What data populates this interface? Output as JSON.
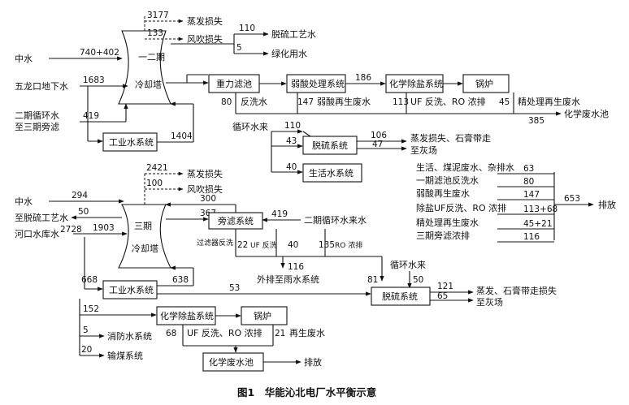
{
  "caption": "图1　华能沁北电厂水平衡示意",
  "top": {
    "tower_label_1": "一二期",
    "tower_label_2": "冷却塔",
    "sources": {
      "zhongshui": "中水",
      "zhongshui_flow": "740+402",
      "wulongkou": "五龙口地下水",
      "wulongkou_flow": "1683",
      "phase2_circ_1": "二期循环水",
      "phase2_circ_2": "至三期旁滤",
      "phase2_circ_flow": "419"
    },
    "losses": {
      "evap_flow": "3177",
      "evap_label": "蒸发损失",
      "wind_flow": "133",
      "wind_label": "风吹损失"
    },
    "desulf_process_flow": "110",
    "desulf_process_label": "脱硫工艺水",
    "greening_flow": "5",
    "greening_label": "绿化用水",
    "boxes": {
      "gravity": "重力滤池",
      "weak_acid": "弱酸处理系统",
      "chem_demin": "化学除盐系统",
      "boiler": "锅炉",
      "industrial": "工业水系统",
      "desulf": "脱硫系统",
      "domestic": "生活水系统"
    },
    "flows": {
      "demin_in": "186",
      "backwash_flow": "80",
      "backwash_label": "反洗水",
      "weak_regen_flow": "147",
      "weak_regen_label": "弱酸再生废水",
      "uf_flow": "113",
      "uf_label": "UF 反洗、RO 浓排",
      "fine_regen_flow": "45",
      "fine_regen_label": "精处理再生废水",
      "chem_pool_flow": "385",
      "chem_pool_label": "化学废水池",
      "industrial_flow": "1404",
      "circ_source_label": "循环水来",
      "circ_110": "110",
      "circ_43": "43",
      "domestic_flow": "40",
      "desulf_loss_flow": "106",
      "desulf_loss_label": "蒸发损失、石膏带走",
      "ash_flow": "47",
      "ash_label": "至灰场"
    }
  },
  "right": {
    "items": [
      {
        "label": "生活、煤泥废水、杂排水",
        "flow": "63"
      },
      {
        "label": "一期滤池反洗水",
        "flow": "80"
      },
      {
        "label": "弱酸再生废水",
        "flow": "147"
      },
      {
        "label": "除盐UF反洗、RO 浓排",
        "flow": "113+68"
      },
      {
        "label": "精处理再生废水",
        "flow": "45+21"
      },
      {
        "label": "三期旁滤浓排",
        "flow": "116"
      }
    ],
    "total_flow": "653",
    "total_label": "排放"
  },
  "bottom": {
    "tower_label_1": "三期",
    "tower_label_2": "冷却塔",
    "losses": {
      "evap_flow": "2421",
      "evap_label": "蒸发损失",
      "wind_flow": "100",
      "wind_label": "风吹损失"
    },
    "sources": {
      "zhongshui": "中水",
      "zhongshui_flow": "294",
      "desulf_process": "至脱硫工艺水",
      "desulf_process_flow": "50",
      "hekou": "河口水库水",
      "hekou_flow_a": "2728",
      "hekou_flow_b": "1903"
    },
    "boxes": {
      "side_filter": "旁滤系统",
      "industrial": "工业水系统",
      "desulf": "脱硫系统",
      "chem_demin": "化学除盐系统",
      "boiler": "锅炉",
      "chem_pool": "化学废水池"
    },
    "flows": {
      "to_filter_300": "300",
      "to_filter_367": "367",
      "phase2_circ_flow": "419",
      "phase2_circ_label": "二期循环水来水",
      "filter_backwash_label": "过滤器反洗",
      "uf_flow": "22",
      "uf_label": "UF 反洗",
      "filter_40": "40",
      "ro_flow": "135",
      "ro_label": "RO 浓排",
      "outflow_116": "116",
      "outflow_label": "外排至雨水系统",
      "industrial_668": "668",
      "industrial_638": "638",
      "to_desulf_53": "53",
      "circ_source_label": "循环水来",
      "desulf_81": "81",
      "desulf_50": "50",
      "desulf_loss_121": "121",
      "desulf_loss_label": "蒸发、石膏带走损失",
      "ash_65": "65",
      "ash_label": "至灰场",
      "demin_152": "152",
      "fire_flow": "5",
      "fire_label": "消防水系统",
      "coal_flow": "20",
      "coal_label": "输煤系统",
      "uf_ro_68": "68",
      "uf_ro_label": "UF 反洗、RO 浓排",
      "regen_21": "21",
      "regen_label": "再生废水",
      "discharge_label": "排放"
    }
  }
}
